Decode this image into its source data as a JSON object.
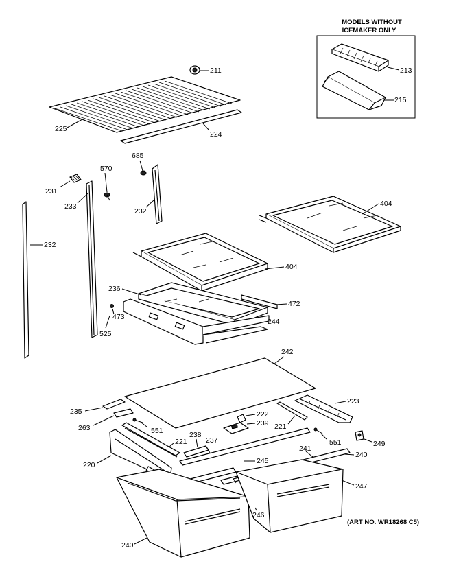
{
  "inset": {
    "title_line1": "MODELS WITHOUT",
    "title_line2": "ICEMAKER ONLY"
  },
  "labels": {
    "p211": "211",
    "p213": "213",
    "p215": "215",
    "p225": "225",
    "p224": "224",
    "p685": "685",
    "p570": "570",
    "p231": "231",
    "p233": "233",
    "p232a": "232",
    "p232b": "232",
    "p404a": "404",
    "p404b": "404",
    "p236": "236",
    "p472": "472",
    "p473": "473",
    "p525": "525",
    "p244": "244",
    "p242": "242",
    "p223": "223",
    "p235": "235",
    "p263": "263",
    "p222": "222",
    "p239": "239",
    "p221a": "221",
    "p221b": "221",
    "p551a": "551",
    "p551b": "551",
    "p238": "238",
    "p237": "237",
    "p249": "249",
    "p241": "241",
    "p240a": "240",
    "p220": "220",
    "p245": "245",
    "p247": "247",
    "p246": "246",
    "p240b": "240"
  },
  "art_number": "(ART NO. WR18268 C5)"
}
